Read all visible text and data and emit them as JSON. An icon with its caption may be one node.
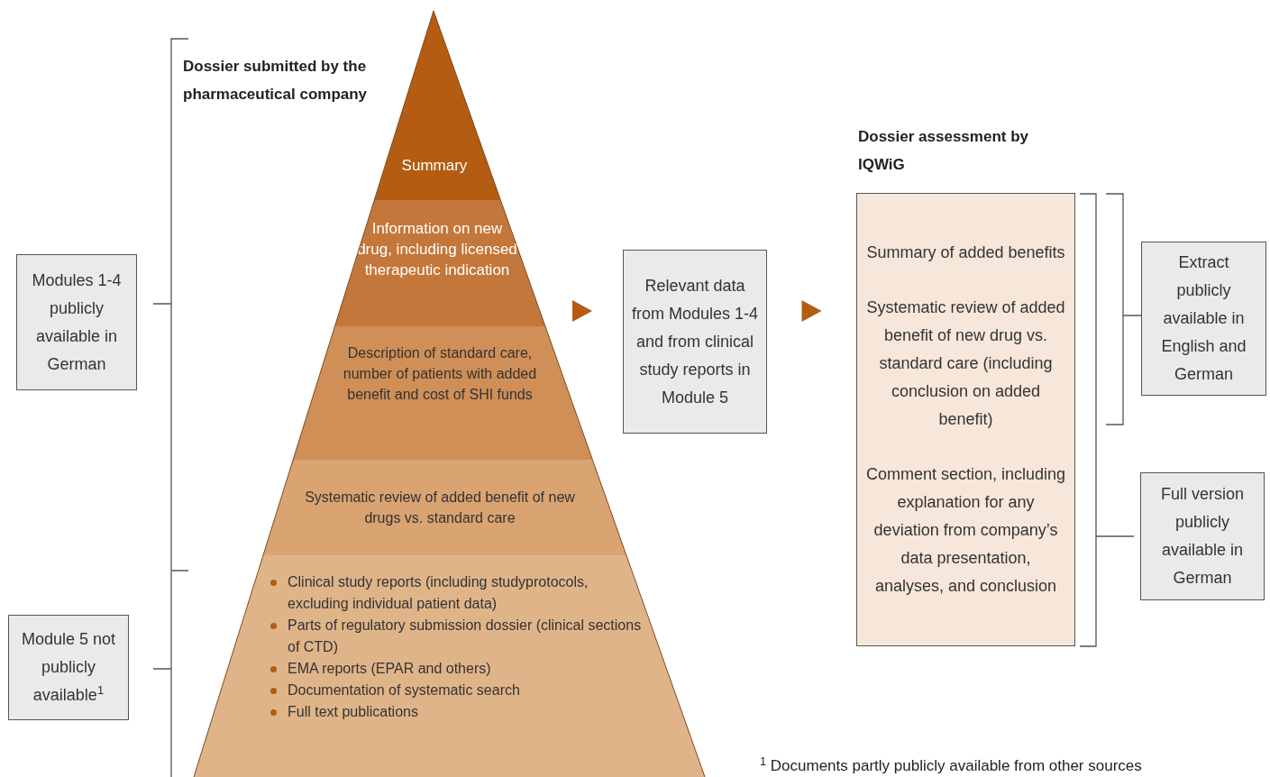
{
  "diagram": {
    "nodes": [
      {
        "text": [
          "Summary"
        ]
      },
      {
        "text": [
          "Information on new drug, including licensed therapeutic indication"
        ]
      },
      {
        "text": [
          "Description of standard care, number of patients with added benefit and cost of SHI funds"
        ]
      },
      {
        "text": [
          "Systematic review of added benefit of new drugs vs. standard care"
        ]
      },
      {
        "text": [
          "Clinical study reports (including studyprotocols, excluding individual patient data)",
          "Parts of regulatory submission dossier (clinical sections of CTD)",
          "EMA reports (EPAR and others)",
          "Documentation of systematic search",
          "Full text publications"
        ]
      },
      {
        "text": [
          "Modules 1-4 publicly available in German"
        ]
      },
      {
        "text": [
          "Module 5 not publicly available$^{1}$"
        ]
      },
      {
        "text": [
          "Relevant data from Modules 1-4 and from clinical study reports in Module 5"
        ]
      },
      {
        "text": [
          "Summary of added benefits",
          "Systematic review of added benefit of new drug vs. standard care (including conclusion on added benefit)",
          "Comment section, including explanation for any deviation from company’s data presentation, analyses, and conclusion"
        ]
      },
      {
        "text": [
          "Extract publicly available in English and German"
        ]
      },
      {
        "text": [
          "Full version publicly available in German"
        ]
      }
    ],
    "edges": [
      {
        "from": null,
        "to": 7,
        "arrow": "to"
      },
      {
        "from": 7,
        "to": 8,
        "arrow": "to"
      }
    ],
    "labels": [
      "Dossier submitted by the pharmaceutical company",
      "Dossier assessment by IQWiG",
      "$^{1}$ Documents partly publicly available from other sources"
    ]
  }
}
